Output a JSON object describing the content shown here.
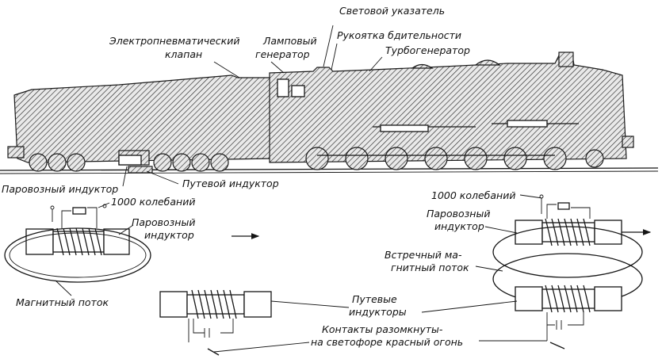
{
  "labels": {
    "valve_line1": "Электропневматический",
    "valve_line2": "клапан",
    "lamp_gen_line1": "Ламповый",
    "lamp_gen_line2": "генератор",
    "light_indicator": "Световой указатель",
    "vigilance_handle": "Рукоятка бдительности",
    "turbogenerator": "Турбогенератор",
    "loco_inductor": "Паровозный индуктор",
    "track_inductor": "Путевой индуктор",
    "left_freq": "1000 колебаний",
    "left_loco_line1": "Паровозный",
    "left_loco_line2": "индуктор",
    "magnetic_flux": "Магнитный поток",
    "right_freq": "1000 колебаний",
    "right_loco_line1": "Паровозный",
    "right_loco_line2": "индуктор",
    "counter_line1": "Встречный ма-",
    "counter_line2": "гнитный поток",
    "track_line1": "Путевые",
    "track_line2": "индукторы",
    "contacts_line1": "Контакты разомкнуты-",
    "contacts_line2": "на светофоре красный огонь"
  },
  "colors": {
    "ink": "#151515",
    "paper": "#ffffff"
  }
}
